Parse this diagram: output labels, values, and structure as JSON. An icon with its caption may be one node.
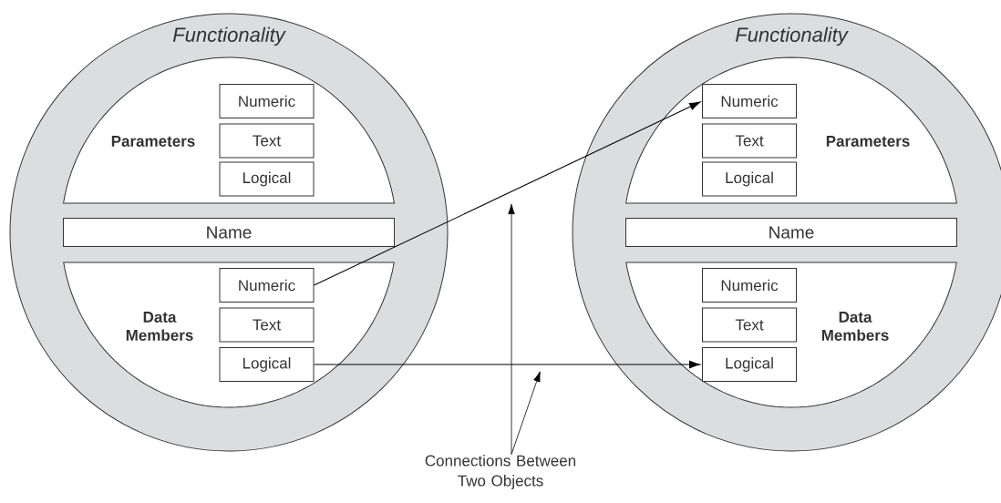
{
  "diagram": {
    "nodes": [
      {
        "text": [
          "Functionality"
        ]
      },
      {
        "text": [
          "Parameters"
        ],
        "in": 0
      },
      {
        "text": [
          "Numeric"
        ],
        "in": 1
      },
      {
        "text": [
          "Text"
        ],
        "in": 1
      },
      {
        "text": [
          "Logical"
        ],
        "in": 1
      },
      {
        "text": [
          "Name"
        ],
        "in": 0
      },
      {
        "text": [
          "Data Members"
        ],
        "in": 0
      },
      {
        "text": [
          "Numeric"
        ],
        "in": 6
      },
      {
        "text": [
          "Text"
        ],
        "in": 6
      },
      {
        "text": [
          "Logical"
        ],
        "in": 6
      },
      {
        "text": [
          "Functionality"
        ]
      },
      {
        "text": [
          "Parameters"
        ],
        "in": 10
      },
      {
        "text": [
          "Numeric"
        ],
        "in": 11
      },
      {
        "text": [
          "Text"
        ],
        "in": 11
      },
      {
        "text": [
          "Logical"
        ],
        "in": 11
      },
      {
        "text": [
          "Name"
        ],
        "in": 10
      },
      {
        "text": [
          "Data Members"
        ],
        "in": 10
      },
      {
        "text": [
          "Numeric"
        ],
        "in": 16
      },
      {
        "text": [
          "Text"
        ],
        "in": 16
      },
      {
        "text": [
          "Logical"
        ],
        "in": 16
      },
      {
        "text": [
          "Connections Between Two Objects"
        ]
      }
    ],
    "edges": [
      {
        "from": 7,
        "to": 12,
        "arrow": "to"
      },
      {
        "from": 9,
        "to": 19,
        "arrow": "to"
      },
      {
        "from": 20,
        "to": null,
        "arrow": "to"
      },
      {
        "from": 20,
        "to": null,
        "arrow": "to"
      }
    ]
  }
}
